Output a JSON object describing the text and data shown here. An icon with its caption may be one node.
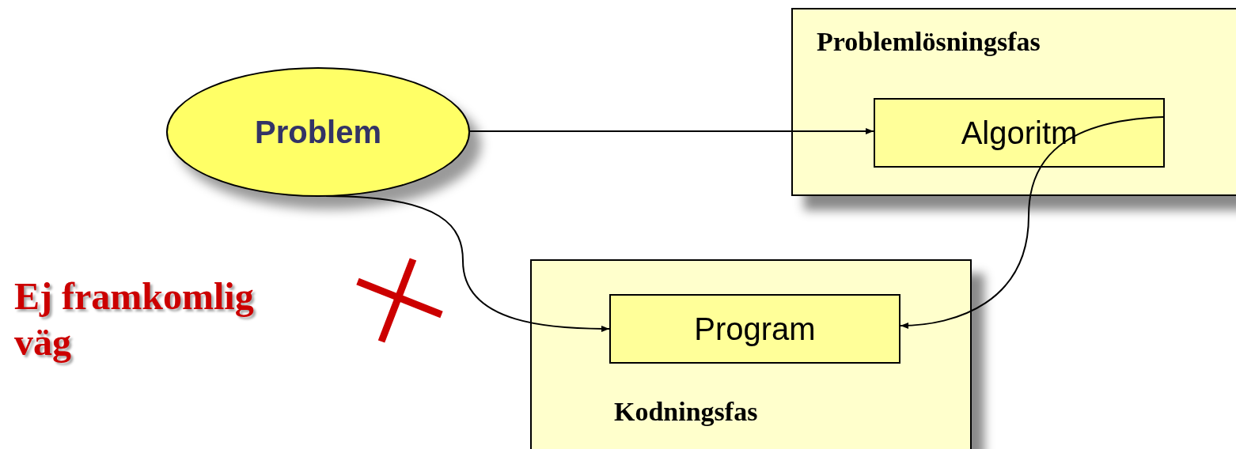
{
  "diagram": {
    "nodes": [
      {
        "text": [
          "Problem"
        ]
      },
      {
        "text": [
          "Problemlösningsfas"
        ]
      },
      {
        "text": [
          "Algoritm"
        ],
        "in": 1
      },
      {
        "text": [
          "Kodningsfas"
        ]
      },
      {
        "text": [
          "Program"
        ],
        "in": 3
      }
    ],
    "edges": [
      {
        "from": 0,
        "to": 2,
        "arrow": "to"
      },
      {
        "from": 0,
        "to": 4,
        "arrow": "to"
      },
      {
        "from": 2,
        "to": 4,
        "arrow": "to"
      }
    ],
    "labels": [
      "Ej framkomlig väg"
    ]
  }
}
